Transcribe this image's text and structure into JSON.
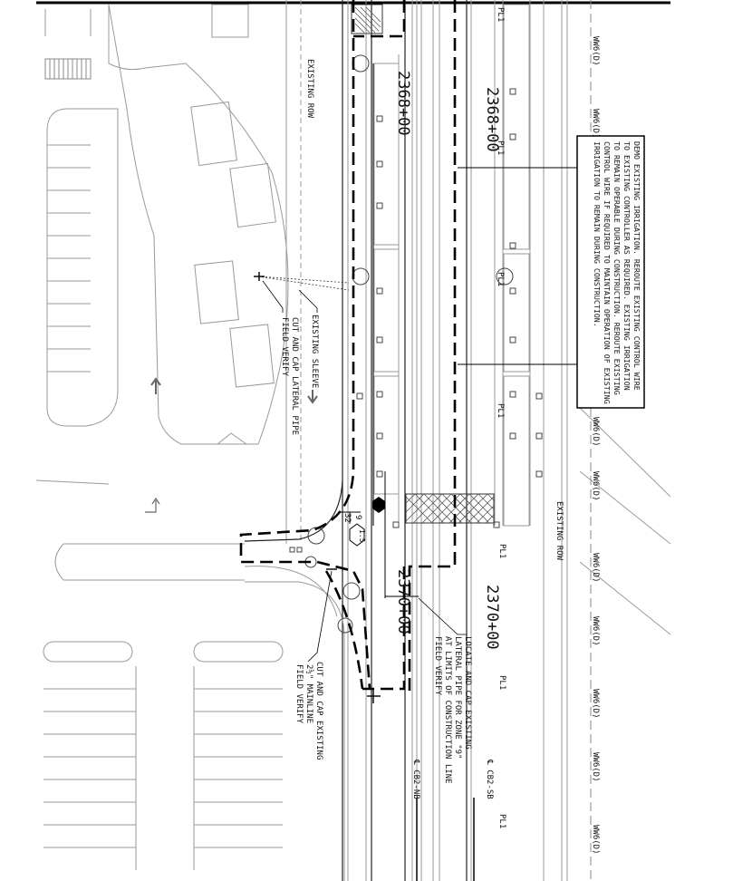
{
  "stations": {
    "sta_2368_left": "2368+00",
    "sta_2368_right": "2368+00",
    "sta_2370_left": "2370+00",
    "sta_2370_right": "2370+00"
  },
  "labels": {
    "existing_row_left": "EXISTING ROW",
    "existing_row_right": "EXISTING ROW",
    "existing_sleeve": "EXISTING SLEEVE",
    "cut_cap_lateral_1": "CUT AND CAP LATERAL PIPE",
    "cut_cap_lateral_2": "FIELD VERIFY",
    "cut_cap_mainline_1": "CUT AND CAP EXISTING",
    "cut_cap_mainline_2": "2½\" MAINLINE",
    "cut_cap_mainline_3": "FIELD VERIFY",
    "locate_cap_1": "LOCATE AND CAP EXISTING",
    "locate_cap_2": "LATERAL PIPE FOR ZONE \"9\"",
    "locate_cap_3": "AT LIMITS OF CONSTRUCTION LINE",
    "locate_cap_4": "FIELD VERIFY",
    "cl_cb2_nb": "℄ CB2-NB",
    "cl_cb2_sb": "℄ CB2-SB",
    "pl_label": "PL1",
    "ww_label": "WW6(D)",
    "detail_number": "9",
    "detail_sheet": "32",
    "hex_tag": "1.5"
  },
  "note": {
    "line1": "DEMO EXISTING IRRIGATION. REROUTE EXISTING CONTROL WIRE",
    "line2": "TO EXISTING CONTROLLER AS REQUIRED. EXISTING IRRIGATION",
    "line3": "TO REMAIN OPERABLE DURING CONSTRUCTION. REROUTE EXISTING",
    "line4": "CONTROL WIRE IF REQUIRED TO MAINTAIN OPERATION OF EXISTING",
    "line5": "IRRIGATION TO REMAIN DURING CONSTRUCTION."
  }
}
